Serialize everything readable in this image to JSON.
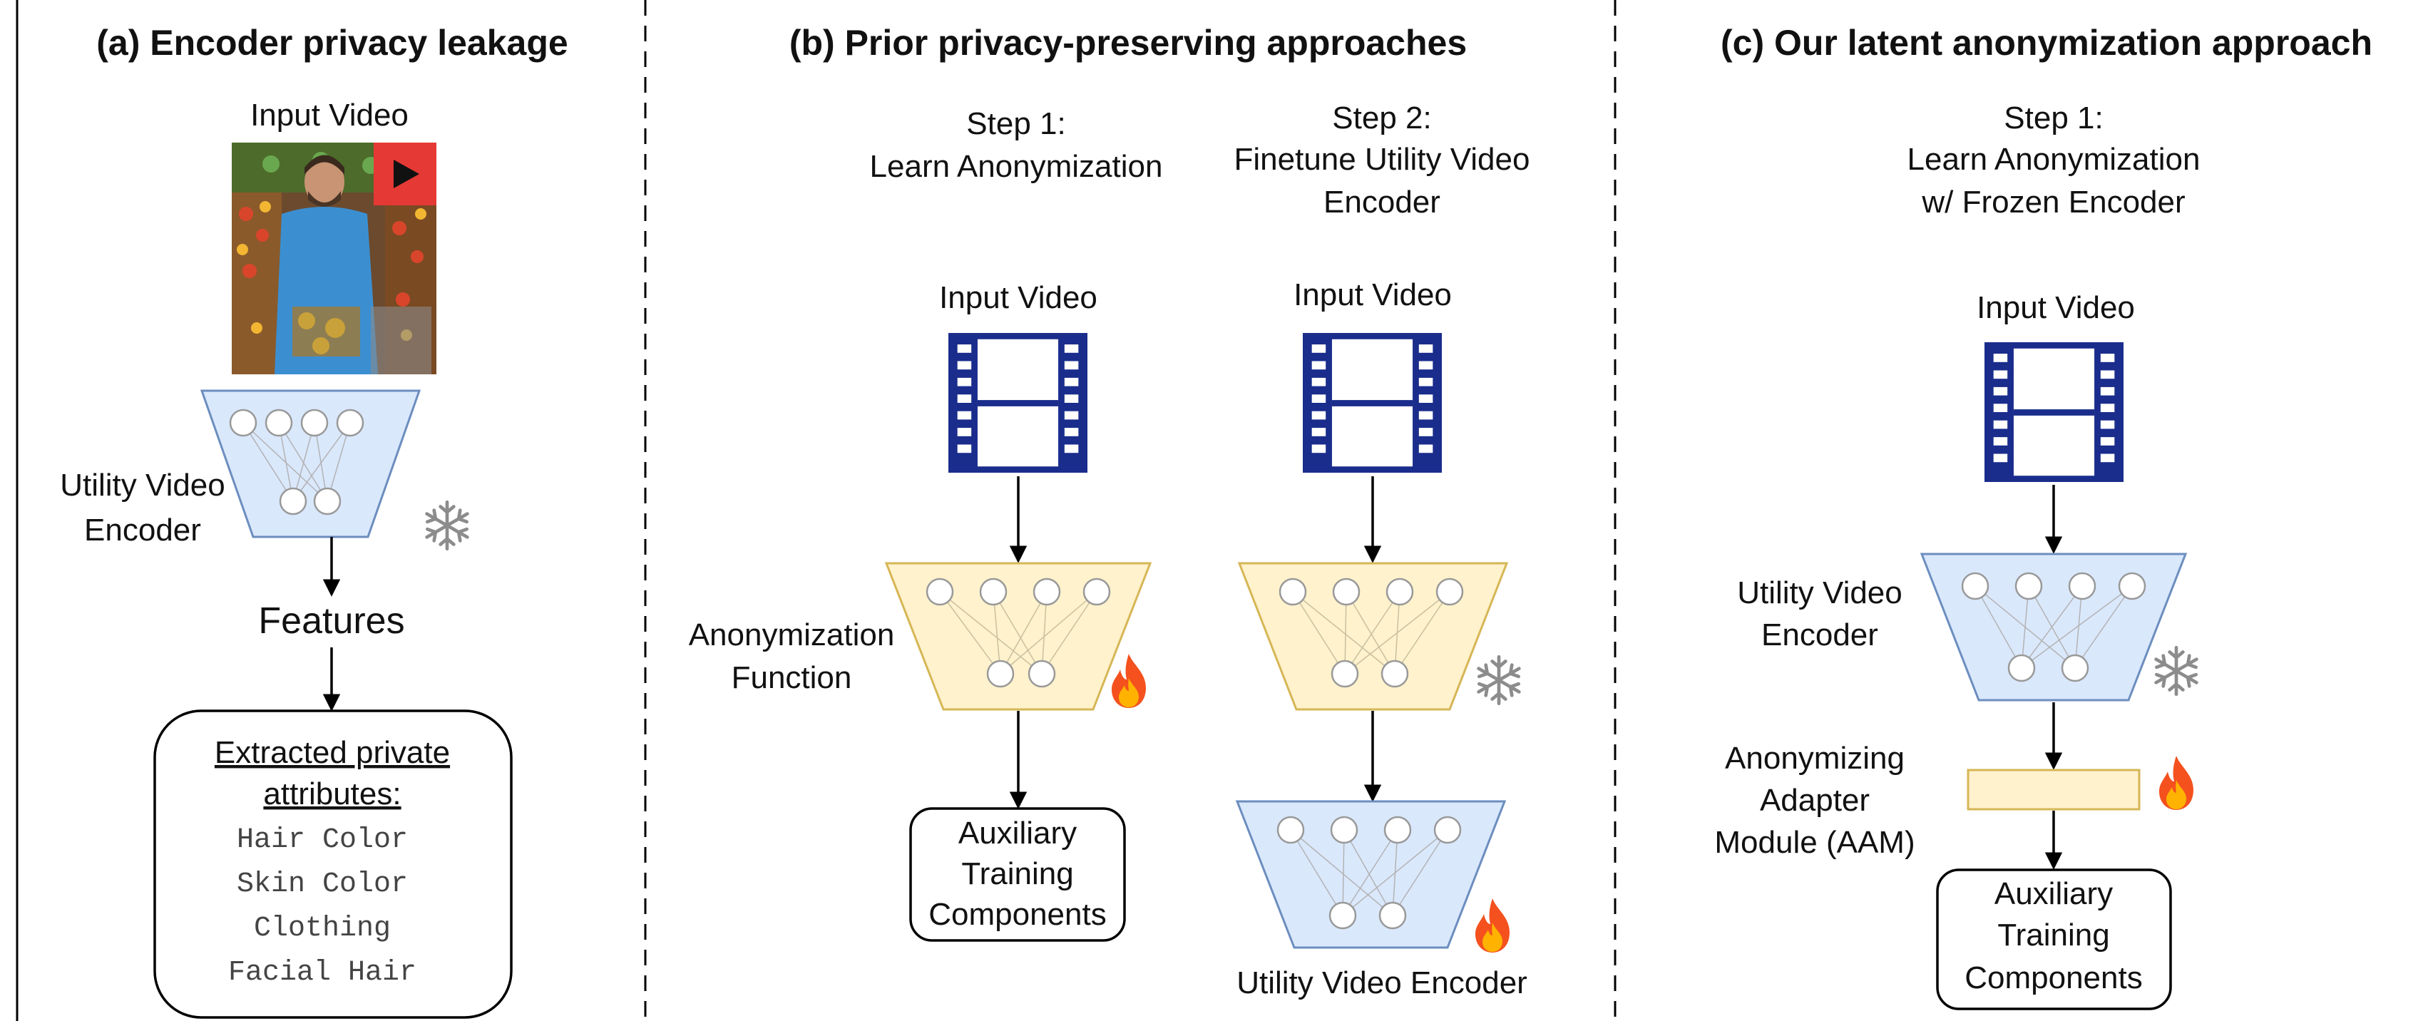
{
  "panels": {
    "a": {
      "title": "(a) Encoder privacy leakage",
      "input_label": "Input Video",
      "encoder_label_1": "Utility Video",
      "encoder_label_2": "Encoder",
      "features_label": "Features",
      "private_header_1": "Extracted private",
      "private_header_2": "attributes:",
      "attributes": [
        "Hair Color",
        "Skin Color",
        "Clothing",
        "Facial Hair"
      ]
    },
    "b": {
      "title": "(b) Prior privacy-preserving approaches",
      "step1_line1": "Step 1:",
      "step1_line2": "Learn Anonymization",
      "step2_line1": "Step 2:",
      "step2_line2": "Finetune Utility Video",
      "step2_line3": "Encoder",
      "input_label_1": "Input Video",
      "input_label_2": "Input Video",
      "anon_label_1": "Anonymization",
      "anon_label_2": "Function",
      "aux_line1": "Auxiliary",
      "aux_line2": "Training",
      "aux_line3": "Components",
      "utility_label": "Utility Video Encoder"
    },
    "c": {
      "title": "(c) Our latent anonymization approach",
      "step1_line1": "Step 1:",
      "step1_line2": "Learn Anonymization",
      "step1_line3": "w/ Frozen Encoder",
      "input_label": "Input Video",
      "encoder_label_1": "Utility Video",
      "encoder_label_2": "Encoder",
      "aam_line1": "Anonymizing",
      "aam_line2": "Adapter",
      "aam_line3": "Module (AAM)",
      "aux_line1": "Auxiliary",
      "aux_line2": "Training",
      "aux_line3": "Components"
    }
  },
  "icons": {
    "film": "film-icon",
    "frozen": "snowflake-icon",
    "trainable": "fire-icon",
    "play": "play-icon"
  },
  "colors": {
    "blue_encoder_fill": "#dae8fc",
    "blue_encoder_stroke": "#6c8ebf",
    "yellow_fill": "#fff2cc",
    "yellow_stroke": "#d6b656",
    "film_blue": "#1a2d8c",
    "play_red": "#e53935"
  }
}
